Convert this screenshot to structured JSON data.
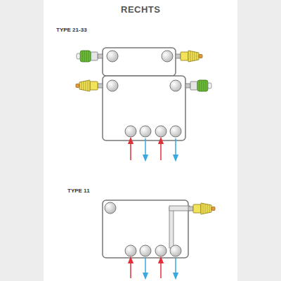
{
  "diagram": {
    "title": "RECHTS",
    "labels": [
      "TYPE 21-33",
      "TYPE 11"
    ]
  }
}
